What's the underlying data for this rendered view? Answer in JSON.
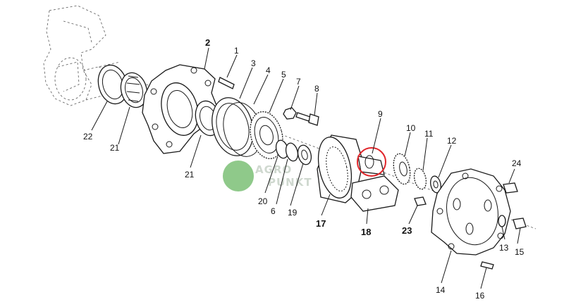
{
  "callouts": [
    {
      "id": "c1",
      "label": "1",
      "bold": false
    },
    {
      "id": "c2",
      "label": "2",
      "bold": true
    },
    {
      "id": "c3",
      "label": "3",
      "bold": false
    },
    {
      "id": "c4",
      "label": "4",
      "bold": false
    },
    {
      "id": "c5",
      "label": "5",
      "bold": false
    },
    {
      "id": "c6",
      "label": "6",
      "bold": false
    },
    {
      "id": "c7",
      "label": "7",
      "bold": false
    },
    {
      "id": "c8",
      "label": "8",
      "bold": false
    },
    {
      "id": "c9",
      "label": "9",
      "bold": false
    },
    {
      "id": "c10",
      "label": "10",
      "bold": false
    },
    {
      "id": "c11",
      "label": "11",
      "bold": false
    },
    {
      "id": "c12",
      "label": "12",
      "bold": false
    },
    {
      "id": "c13",
      "label": "13",
      "bold": false
    },
    {
      "id": "c14",
      "label": "14",
      "bold": false
    },
    {
      "id": "c15",
      "label": "15",
      "bold": false
    },
    {
      "id": "c16",
      "label": "16",
      "bold": false
    },
    {
      "id": "c17",
      "label": "17",
      "bold": true
    },
    {
      "id": "c18",
      "label": "18",
      "bold": true
    },
    {
      "id": "c19",
      "label": "19",
      "bold": false
    },
    {
      "id": "c20",
      "label": "20",
      "bold": false
    },
    {
      "id": "c21a",
      "label": "21",
      "bold": false
    },
    {
      "id": "c21b",
      "label": "21",
      "bold": false
    },
    {
      "id": "c22",
      "label": "22",
      "bold": false
    },
    {
      "id": "c23",
      "label": "23",
      "bold": true
    },
    {
      "id": "c24",
      "label": "24",
      "bold": false
    }
  ],
  "watermark": {
    "line1": "AGRO",
    "line2": "PUNKT",
    "color": "#8fc98a"
  },
  "highlight": {
    "color": "#e0262b",
    "target": "9"
  }
}
